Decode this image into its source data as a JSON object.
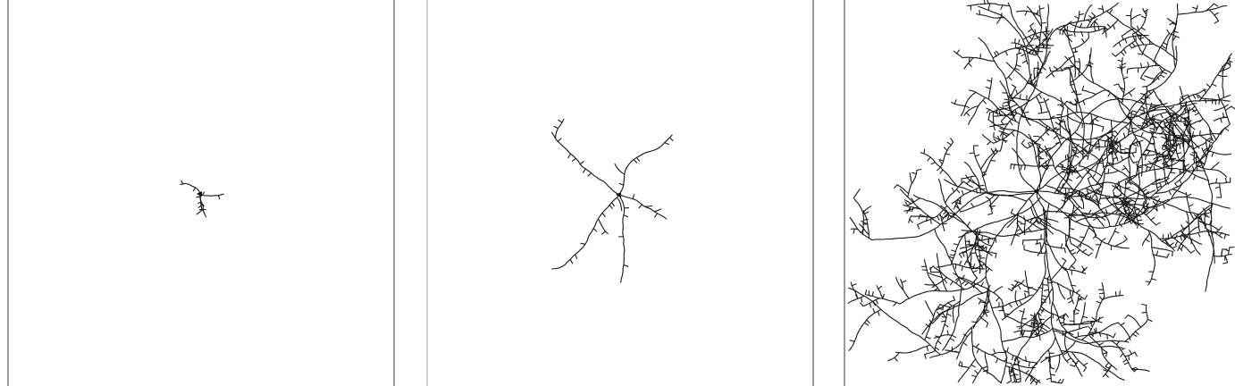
{
  "figure": {
    "panels": [
      {
        "id": "stage-1",
        "growth": "early",
        "branch_count": 4
      },
      {
        "id": "stage-2",
        "growth": "intermediate",
        "branch_count": 4
      },
      {
        "id": "stage-3",
        "growth": "late",
        "branch_count": 6
      }
    ],
    "colors": {
      "background": "#ffffff",
      "stroke": "#1a1a1a",
      "seed": "#000000",
      "divider_dark": "#9a9a9a",
      "divider_light": "#d6d6d6"
    }
  }
}
